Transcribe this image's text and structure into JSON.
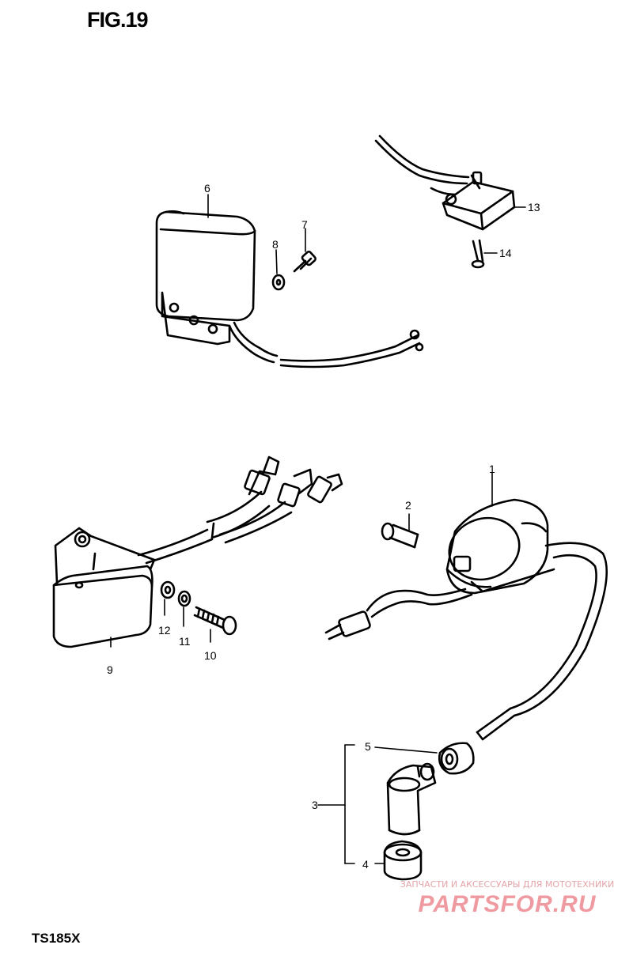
{
  "title": "FIG.19",
  "model": "TS185X",
  "watermark": {
    "tagline": "ЗАПЧАСТИ И АКСЕССУАРЫ ДЛЯ МОТОТЕХНИКИ",
    "logo": "PARTSFOR.RU",
    "color": "#ef9aa0"
  },
  "callouts": {
    "c1": "1",
    "c2": "2",
    "c3": "3",
    "c4": "4",
    "c5": "5",
    "c6": "6",
    "c7": "7",
    "c8": "8",
    "c9": "9",
    "c10": "10",
    "c11": "11",
    "c12": "12",
    "c13": "13",
    "c14": "14"
  }
}
